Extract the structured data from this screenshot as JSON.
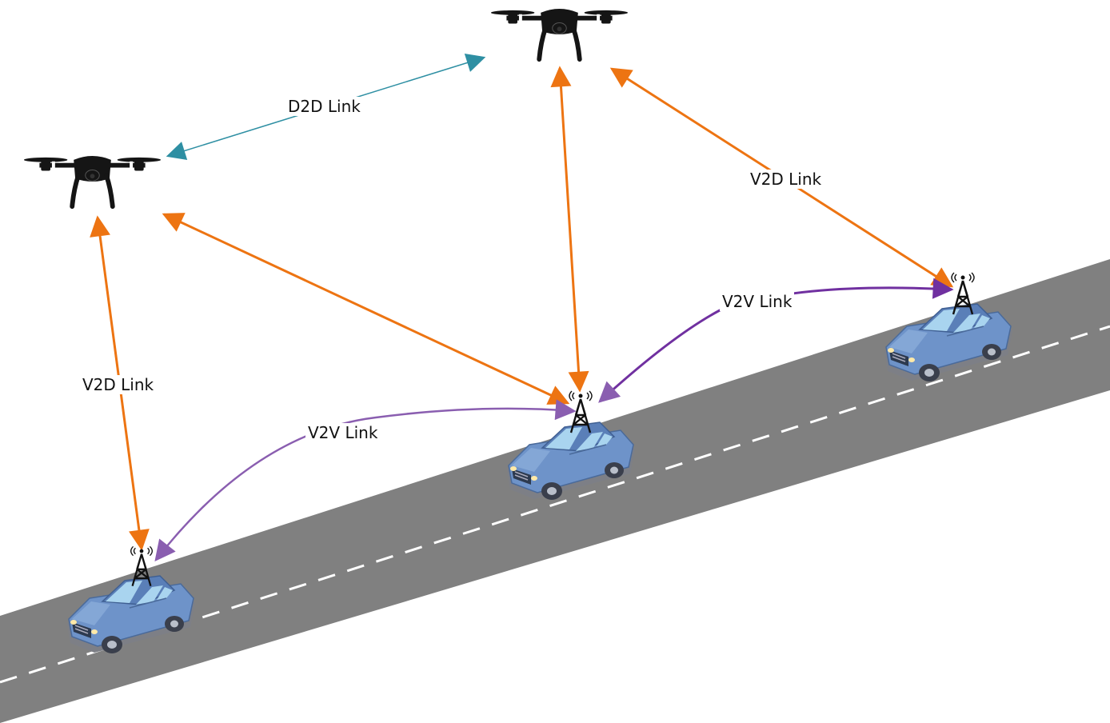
{
  "labels": {
    "d2d": "D2D Link",
    "v2d_left": "V2D Link",
    "v2d_right": "V2D Link",
    "v2v_left": "V2V Link",
    "v2v_right": "V2V Link"
  },
  "colors": {
    "v2d": "#ED7412",
    "v2v": "#7030A0",
    "v2v_light": "#8A5EB0",
    "d2d": "#2E8FA3",
    "road": "#808080",
    "lane": "#ffffff",
    "car_body": "#6E93C9",
    "drone": "#151515"
  },
  "icons": {
    "drone": "quadcopter-drone-icon",
    "car": "car-icon",
    "antenna": "cell-tower-antenna-icon"
  }
}
